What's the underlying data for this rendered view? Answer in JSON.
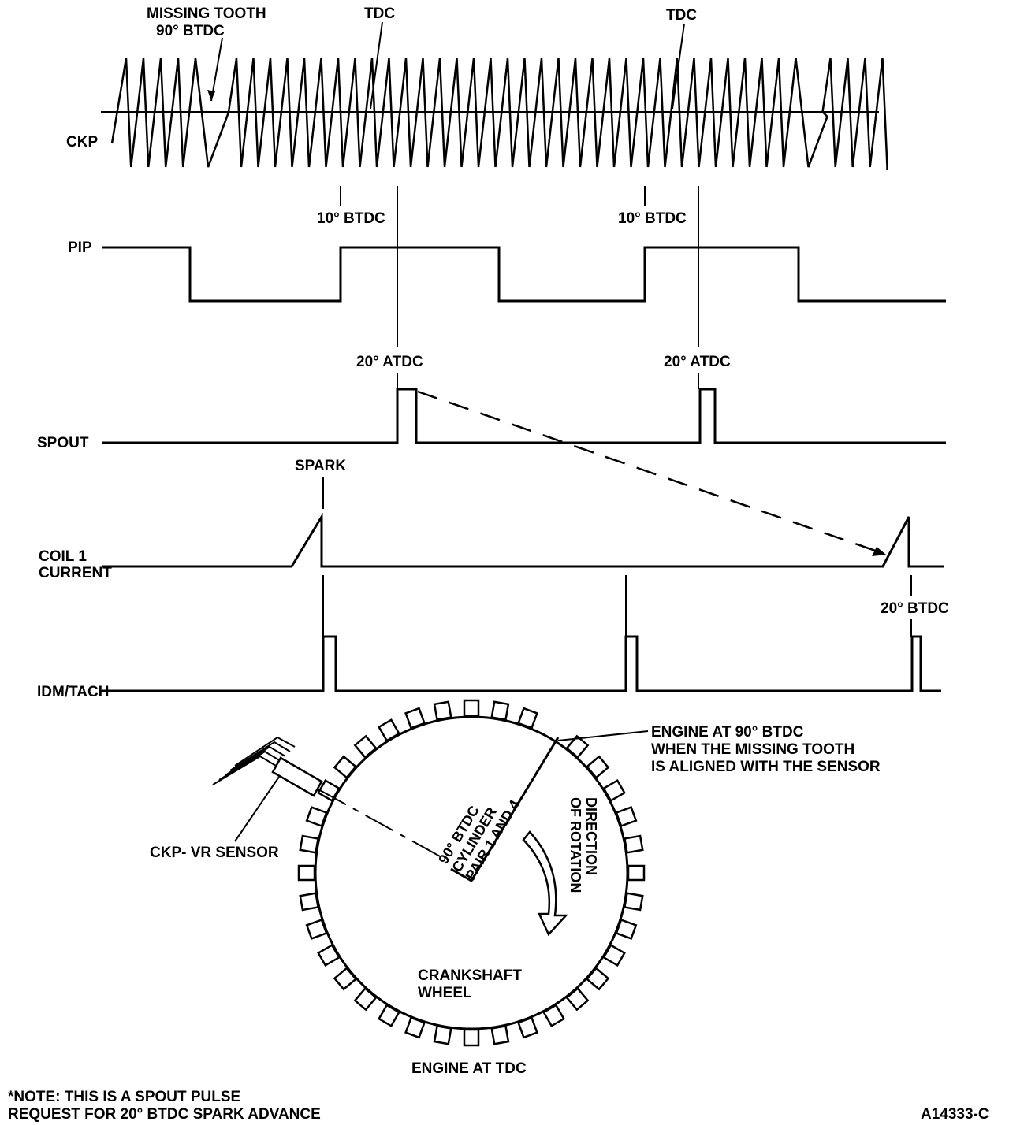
{
  "signals": {
    "ckp": "CKP",
    "pip": "PIP",
    "spout": "SPOUT",
    "coil_line1": "COIL 1",
    "coil_line2": "CURRENT",
    "idm": "IDM/TACH"
  },
  "annotations": {
    "missing_tooth_line1": "MISSING TOOTH",
    "missing_tooth_line2": "90° BTDC",
    "tdc_1": "TDC",
    "tdc_2": "TDC",
    "btdc10_1": "10° BTDC",
    "btdc10_2": "10° BTDC",
    "atdc20_1": "20° ATDC",
    "atdc20_2": "20° ATDC",
    "spark": "SPARK",
    "btdc20": "20° BTDC"
  },
  "wheel": {
    "engine_90_line1": "ENGINE AT 90° BTDC",
    "engine_90_line2": "WHEN THE MISSING TOOTH",
    "engine_90_line3": "IS ALIGNED WITH THE SENSOR",
    "sensor": "CKP- VR SENSOR",
    "cyl_line1": "90° BTDC",
    "cyl_line2": "CYLINDER",
    "cyl_line3": "PAIR 1 AND 4",
    "dir_line1": "DIRECTION",
    "dir_line2": "OF ROTATION",
    "crank_line1": "CRANKSHAFT",
    "crank_line2": "WHEEL",
    "engine_tdc": "ENGINE AT TDC"
  },
  "footer": {
    "note_line1": "*NOTE: THIS IS A SPOUT PULSE",
    "note_line2": "REQUEST FOR 20° BTDC SPARK ADVANCE",
    "figure_id": "A14333-C"
  }
}
